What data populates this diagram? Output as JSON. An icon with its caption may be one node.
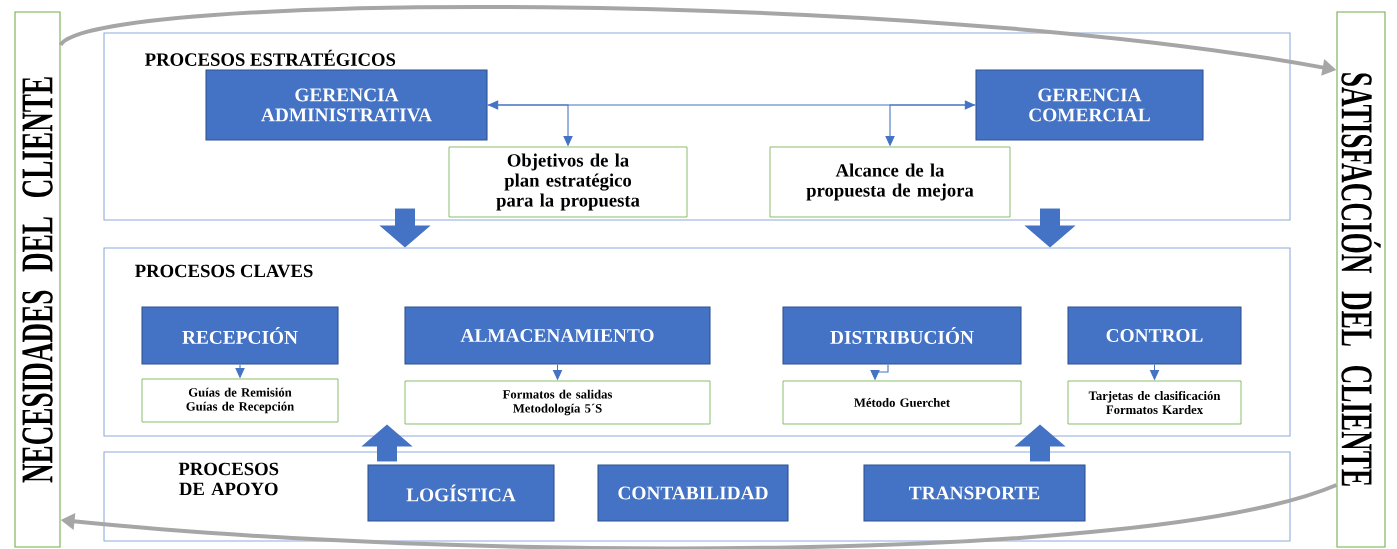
{
  "diagram": {
    "nodes": [
      {
        "text": [
          "NECESIDADES DEL CLIENTE"
        ]
      },
      {
        "text": [
          "SATISFACCIÓN DEL CLIENTE"
        ]
      },
      {
        "text": [
          "PROCESOS ESTRATÉGICOS"
        ]
      },
      {
        "text": [
          "GERENCIA ADMINISTRATIVA"
        ],
        "in": 2
      },
      {
        "text": [
          "GERENCIA COMERCIAL"
        ],
        "in": 2
      },
      {
        "text": [
          "Objetivos de la plan estratégico para la propuesta"
        ],
        "in": 2
      },
      {
        "text": [
          "Alcance de la propuesta de mejora"
        ],
        "in": 2
      },
      {
        "text": [
          "PROCESOS CLAVES"
        ]
      },
      {
        "text": [
          "RECEPCIÓN"
        ],
        "in": 7
      },
      {
        "text": [
          "ALMACENAMIENTO"
        ],
        "in": 7
      },
      {
        "text": [
          "DISTRIBUCIÓN"
        ],
        "in": 7
      },
      {
        "text": [
          "CONTROL"
        ],
        "in": 7
      },
      {
        "text": [
          "Guías de Remisión",
          "Guías de Recepción"
        ],
        "in": 7
      },
      {
        "text": [
          "Formatos de salidas",
          "Metodología 5´S"
        ],
        "in": 7
      },
      {
        "text": [
          "Método Guerchet"
        ],
        "in": 7
      },
      {
        "text": [
          "Tarjetas de clasificación",
          "Formatos Kardex"
        ],
        "in": 7
      },
      {
        "text": [
          "PROCESOS DE APOYO"
        ]
      },
      {
        "text": [
          "LOGÍSTICA"
        ],
        "in": 16
      },
      {
        "text": [
          "CONTABILIDAD"
        ],
        "in": 16
      },
      {
        "text": [
          "TRANSPORTE"
        ],
        "in": 16
      }
    ],
    "edges": [
      {
        "from": 3,
        "to": 4,
        "arrow": "both"
      },
      {
        "from": 3,
        "to": 5,
        "arrow": "to"
      },
      {
        "from": 4,
        "to": 6,
        "arrow": "to"
      },
      {
        "from": 2,
        "to": 7,
        "arrow": "to",
        "style": "thick"
      },
      {
        "from": 2,
        "to": 7,
        "arrow": "to",
        "style": "thick"
      },
      {
        "from": 8,
        "to": 12,
        "arrow": "to"
      },
      {
        "from": 9,
        "to": 13,
        "arrow": "to"
      },
      {
        "from": 10,
        "to": 14,
        "arrow": "to"
      },
      {
        "from": 11,
        "to": 15,
        "arrow": "to"
      },
      {
        "from": 16,
        "to": 7,
        "arrow": "to",
        "style": "thick"
      },
      {
        "from": 16,
        "to": 7,
        "arrow": "to",
        "style": "thick"
      },
      {
        "from": 0,
        "to": 1,
        "arrow": "to",
        "style": "thick",
        "color": "#a6a6a6"
      },
      {
        "from": 1,
        "to": 0,
        "arrow": "to",
        "style": "thick",
        "color": "#a6a6a6"
      }
    ]
  }
}
